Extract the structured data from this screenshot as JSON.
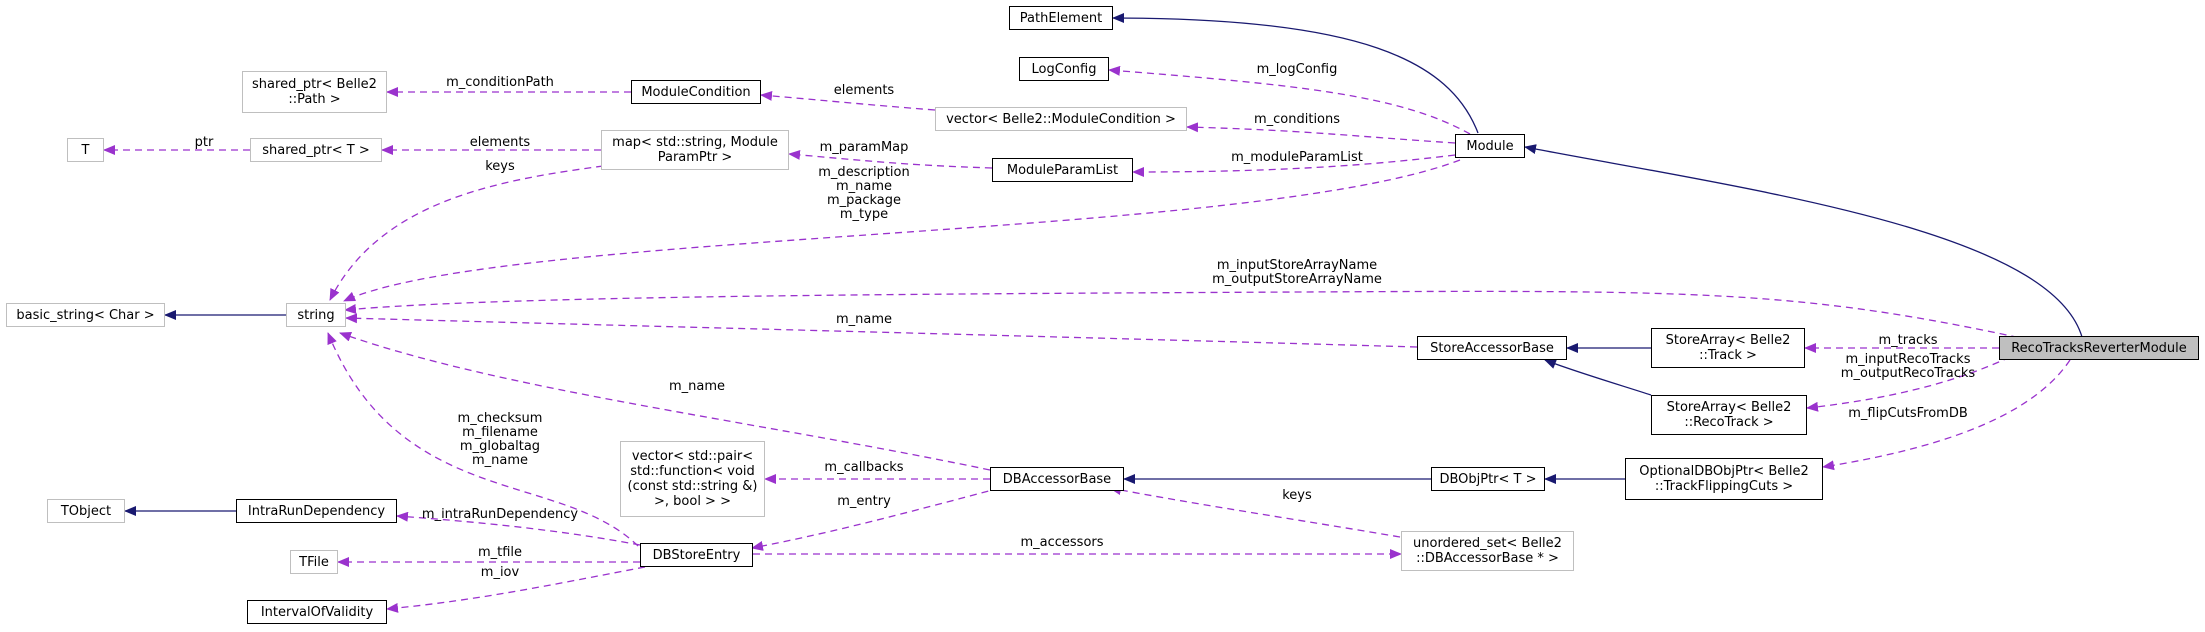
{
  "nodes": {
    "path_element": "PathElement",
    "log_config": "LogConfig",
    "shared_ptr_path": "shared_ptr< Belle2\n::Path >",
    "module_condition": "ModuleCondition",
    "vector_module_condition": "vector< Belle2::ModuleCondition >",
    "t": "T",
    "shared_ptr_t": "shared_ptr< T >",
    "map_string_module_param": "map< std::string, Module\nParamPtr >",
    "module_param_list": "ModuleParamList",
    "module": "Module",
    "basic_string": "basic_string< Char >",
    "string": "string",
    "store_accessor_base": "StoreAccessorBase",
    "store_array_track": "StoreArray< Belle2\n::Track >",
    "store_array_recotrack": "StoreArray< Belle2\n::RecoTrack >",
    "reco_tracks_reverter_module": "RecoTracksReverterModule",
    "vector_pair_function": "vector< std::pair<\nstd::function< void\n(const std::string &)\n>, bool > >",
    "db_accessor_base": "DBAccessorBase",
    "db_obj_ptr": "DBObjPtr< T >",
    "optional_db_obj_ptr": "OptionalDBObjPtr< Belle2\n::TrackFlippingCuts >",
    "tobject": "TObject",
    "intra_run_dependency": "IntraRunDependency",
    "tfile": "TFile",
    "db_store_entry": "DBStoreEntry",
    "unordered_set": "unordered_set< Belle2\n::DBAccessorBase * >",
    "interval_of_validity": "IntervalOfValidity"
  },
  "edge_labels": {
    "m_log_config": "m_logConfig",
    "m_condition_path": "m_conditionPath",
    "elements_module_condition": "elements",
    "m_conditions": "m_conditions",
    "ptr": "ptr",
    "elements_shared_ptr": "elements",
    "m_param_map": "m_paramMap",
    "m_module_param_list": "m_moduleParamList",
    "keys_map": "keys",
    "module_strings": "m_description\nm_name\nm_package\nm_type",
    "store_array_names": "m_inputStoreArrayName\nm_outputStoreArrayName",
    "m_name_store": "m_name",
    "m_tracks": "m_tracks",
    "reco_tracks": "m_inputRecoTracks\nm_outputRecoTracks",
    "m_name_db": "m_name",
    "m_flip_cuts": "m_flipCutsFromDB",
    "entry_strings": "m_checksum\nm_filename\nm_globaltag\nm_name",
    "m_callbacks": "m_callbacks",
    "keys_set": "keys",
    "m_entry": "m_entry",
    "m_intra_run_dependency": "m_intraRunDependency",
    "m_accessors": "m_accessors",
    "m_tfile": "m_tfile",
    "m_iov": "m_iov"
  },
  "colors": {
    "inheritance": "#191970",
    "usage": "#9a32cd",
    "highlight_fill": "#bfbfbf",
    "gray_border": "#bfbfbf"
  }
}
